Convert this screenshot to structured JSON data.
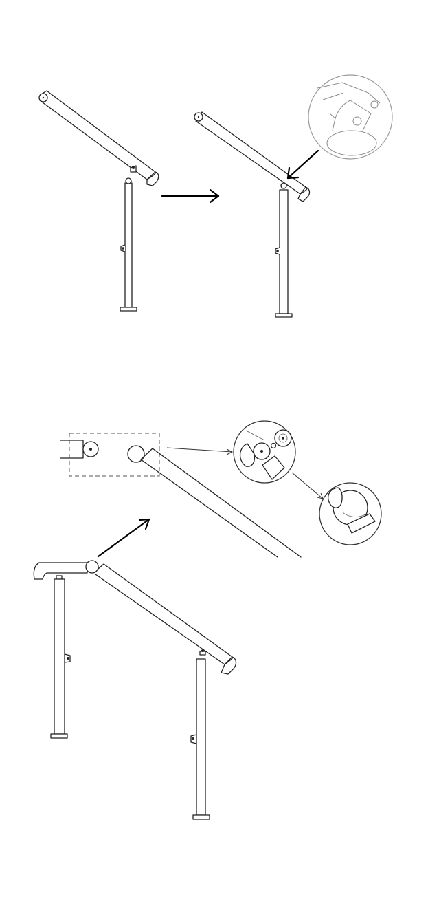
{
  "figure": {
    "panels": [
      {
        "id": "step-a",
        "content": "handrail-before-attach"
      },
      {
        "id": "step-b",
        "content": "handrail-attached-with-detail"
      },
      {
        "id": "step-c",
        "content": "ball-joint-connection-detail"
      }
    ],
    "line_color": "#222222",
    "background": "#ffffff",
    "icons": [
      "right-arrow-icon",
      "diagonal-arrow-icon",
      "magnify-lens-icon"
    ]
  }
}
